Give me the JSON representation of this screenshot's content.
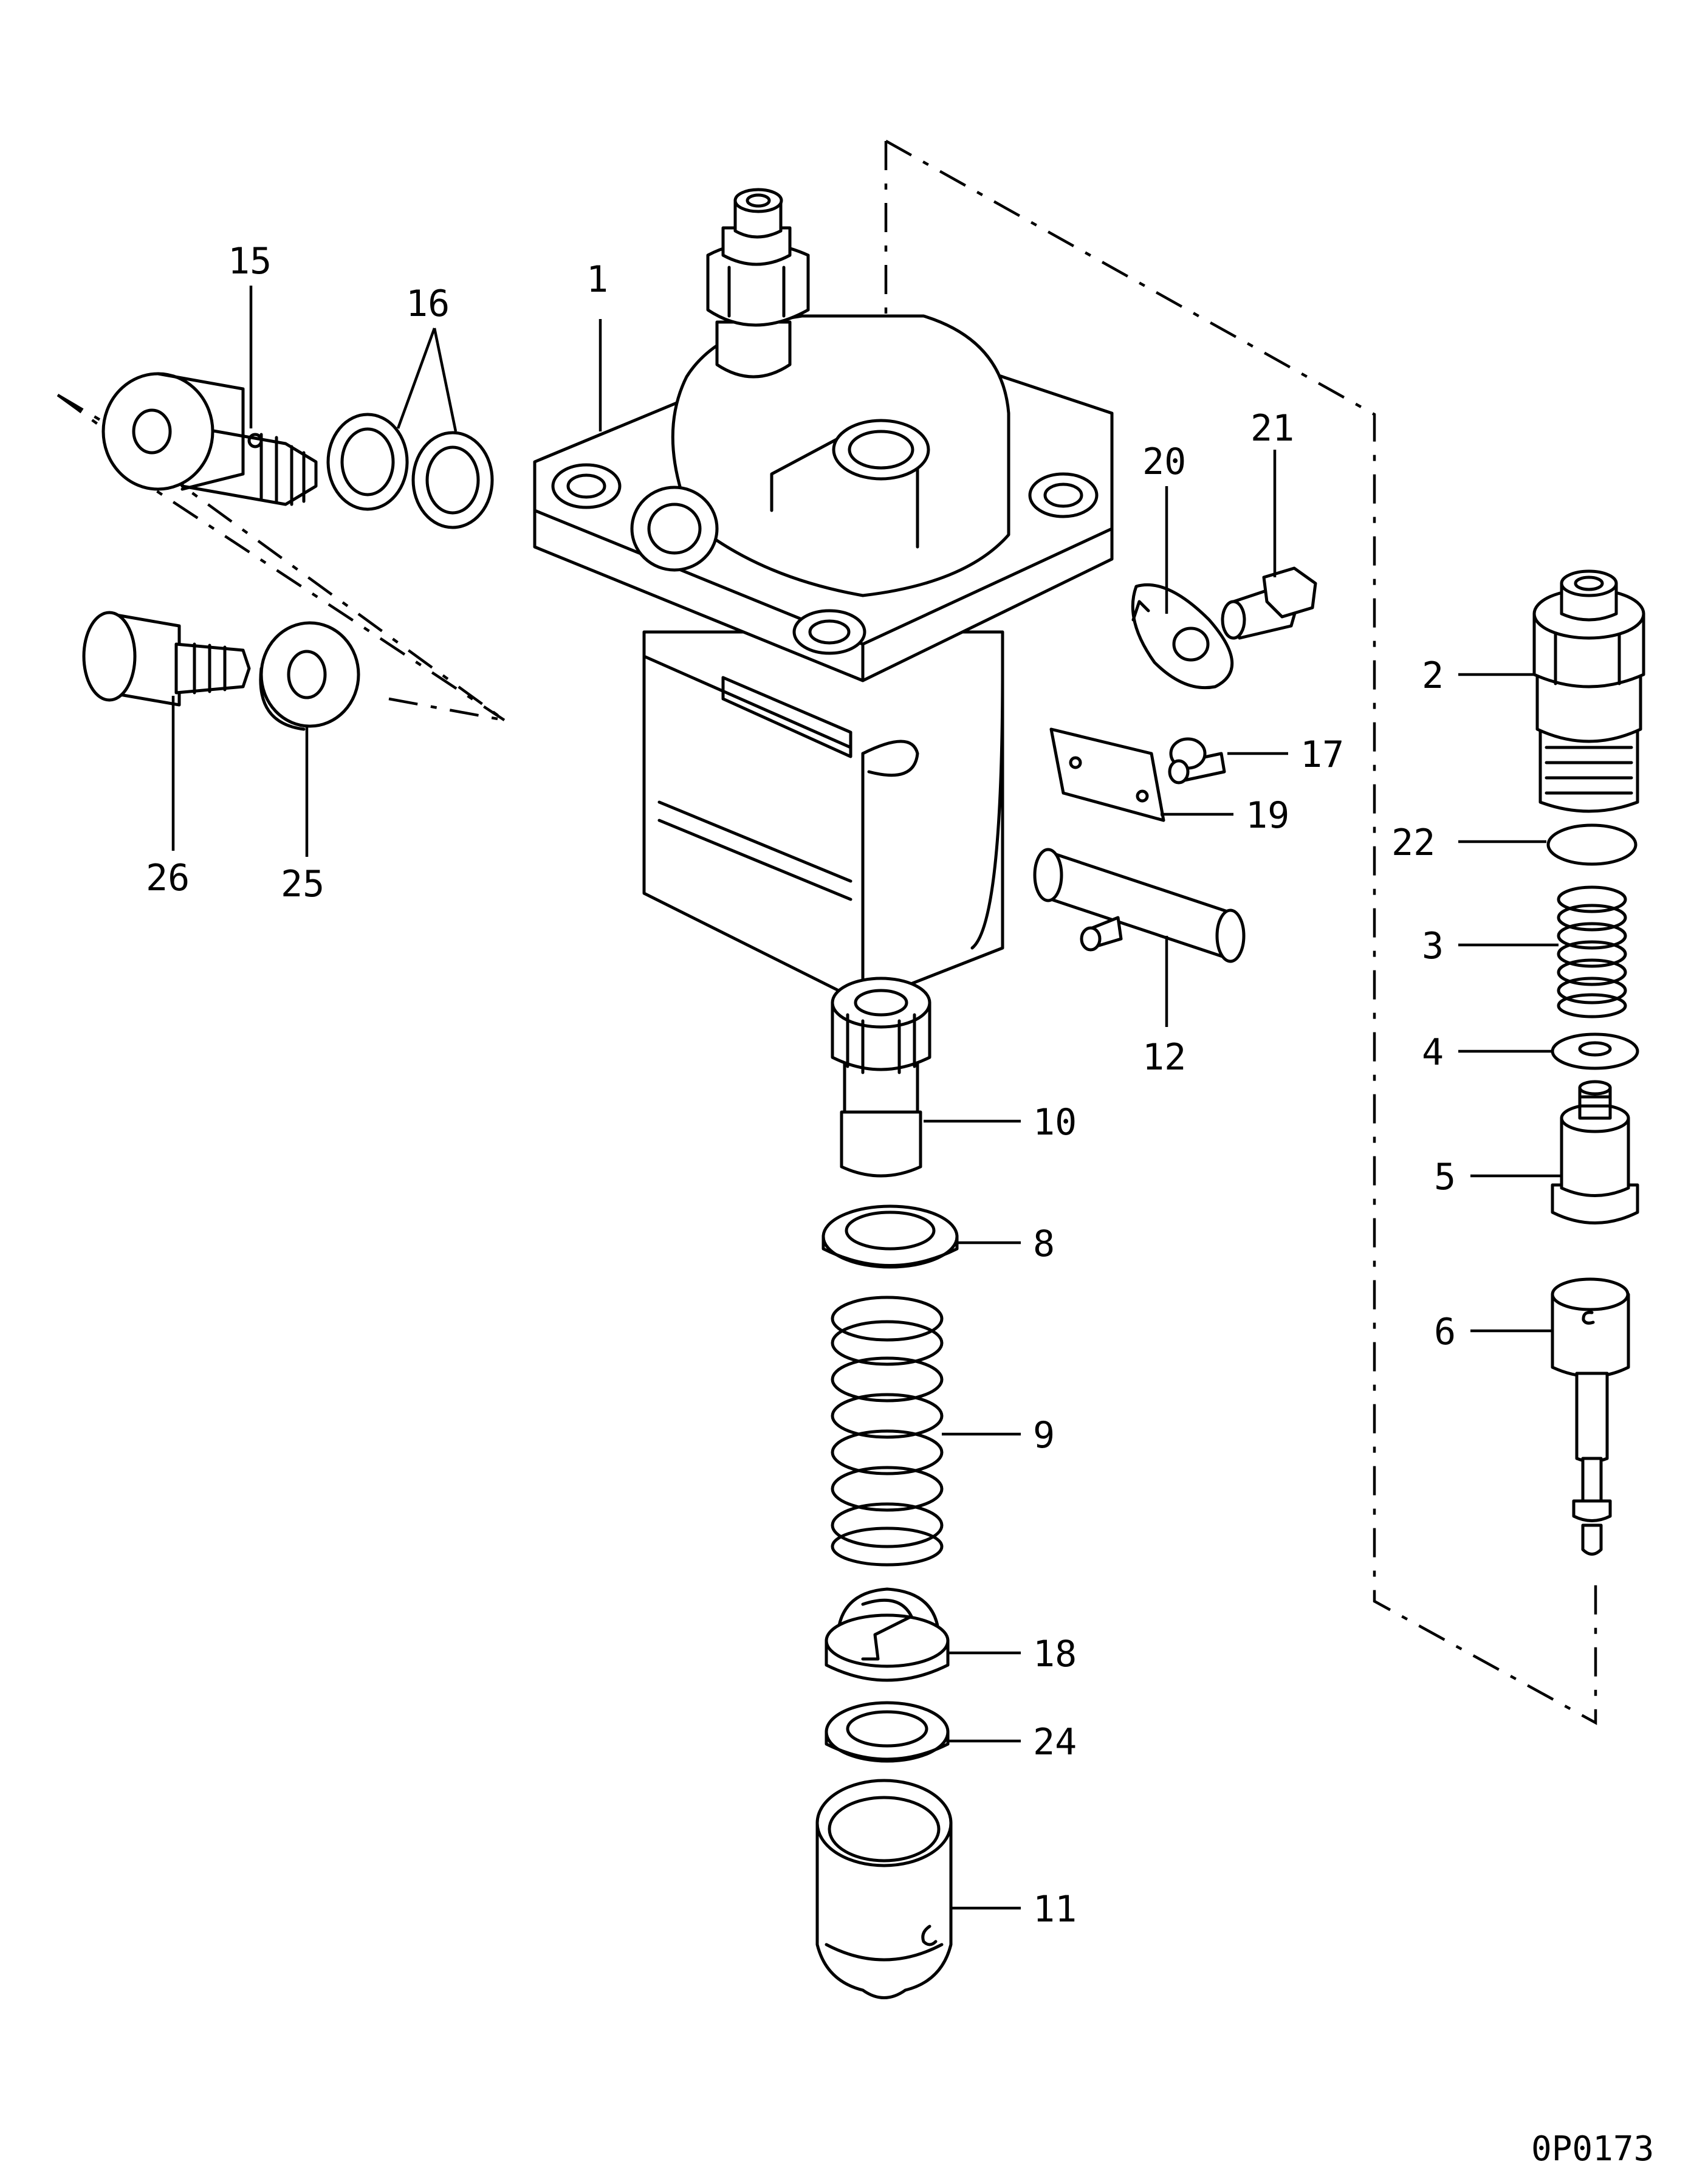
{
  "drawing_code": "0P0173",
  "callouts": {
    "c1": "1",
    "c2": "2",
    "c3": "3",
    "c4": "4",
    "c5": "5",
    "c6": "6",
    "c8": "8",
    "c9": "9",
    "c10": "10",
    "c11": "11",
    "c12": "12",
    "c15": "15",
    "c16": "16",
    "c17": "17",
    "c18": "18",
    "c19": "19",
    "c20": "20",
    "c21": "21",
    "c22": "22",
    "c24": "24",
    "c25": "25",
    "c26": "26"
  },
  "icons": {
    "pump_body": "injection-pump-housing",
    "valve": "delivery-valve-holder",
    "spring": "coil-spring",
    "washer": "washer",
    "bolt": "bolt",
    "plunger": "plunger",
    "tappet": "tappet"
  }
}
